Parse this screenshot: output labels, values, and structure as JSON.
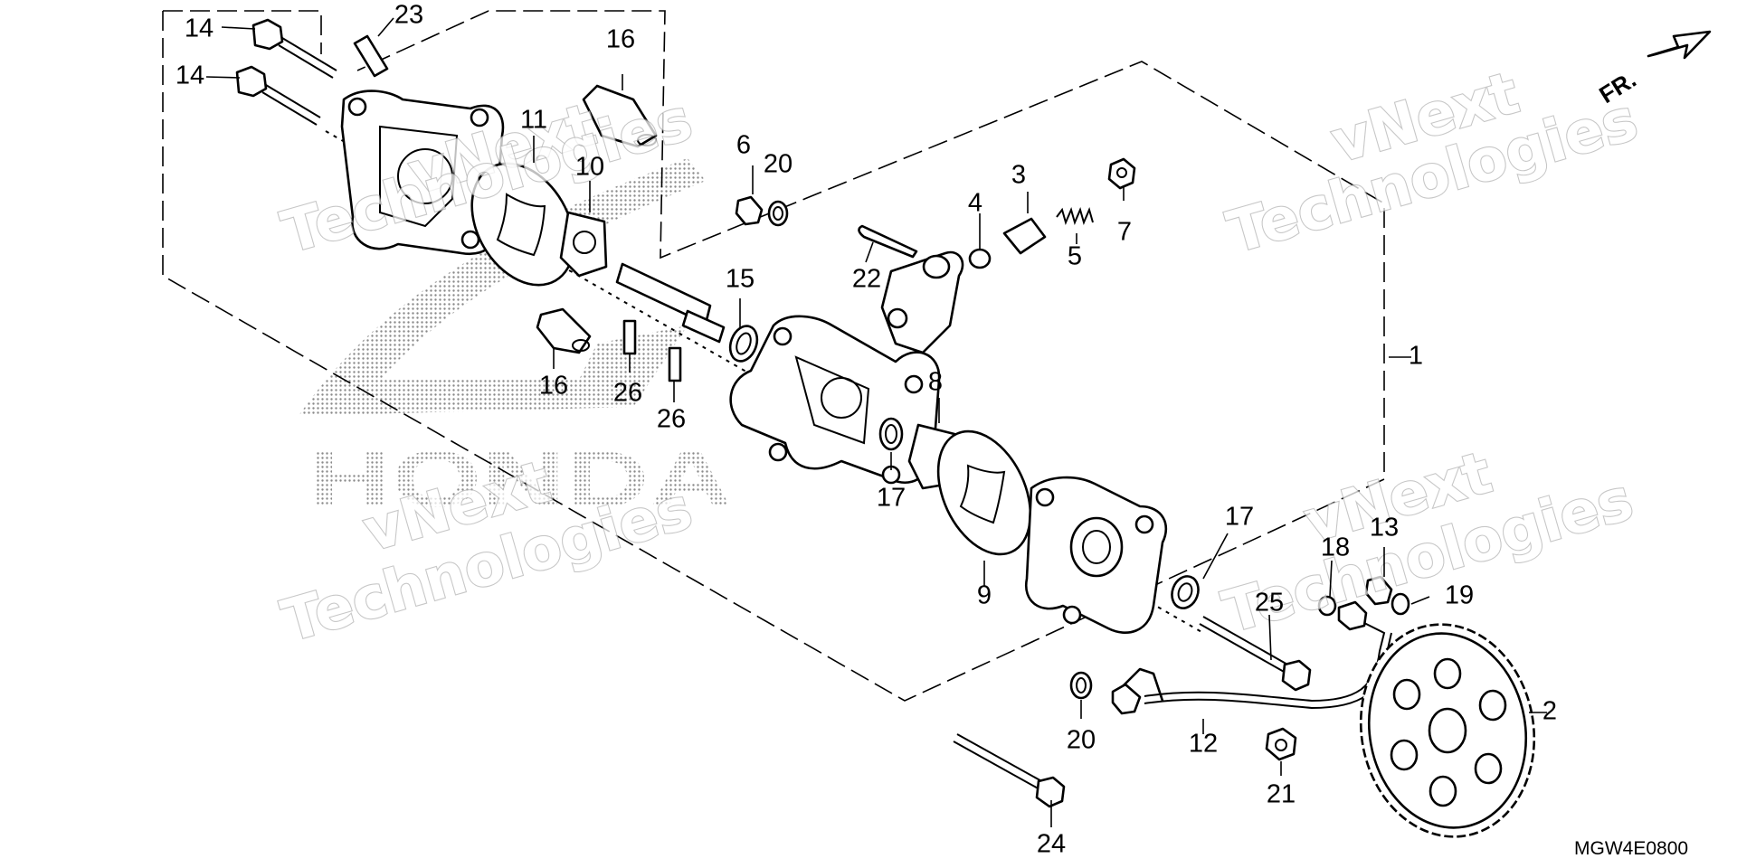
{
  "diagram": {
    "code": "MGW4E0800",
    "direction_label": "FR.",
    "watermark": {
      "line1": "vNext",
      "line2": "Technologies",
      "brand": "HONDA"
    },
    "callouts": [
      {
        "id": "c1",
        "text": "1"
      },
      {
        "id": "c2",
        "text": "2"
      },
      {
        "id": "c3",
        "text": "3"
      },
      {
        "id": "c4",
        "text": "4"
      },
      {
        "id": "c5",
        "text": "5"
      },
      {
        "id": "c6",
        "text": "6"
      },
      {
        "id": "c7",
        "text": "7"
      },
      {
        "id": "c8",
        "text": "8"
      },
      {
        "id": "c9",
        "text": "9"
      },
      {
        "id": "c10",
        "text": "10"
      },
      {
        "id": "c11",
        "text": "11"
      },
      {
        "id": "c12",
        "text": "12"
      },
      {
        "id": "c13",
        "text": "13"
      },
      {
        "id": "c14a",
        "text": "14"
      },
      {
        "id": "c14b",
        "text": "14"
      },
      {
        "id": "c15",
        "text": "15"
      },
      {
        "id": "c16a",
        "text": "16"
      },
      {
        "id": "c16b",
        "text": "16"
      },
      {
        "id": "c17a",
        "text": "17"
      },
      {
        "id": "c17b",
        "text": "17"
      },
      {
        "id": "c18",
        "text": "18"
      },
      {
        "id": "c19",
        "text": "19"
      },
      {
        "id": "c20a",
        "text": "20"
      },
      {
        "id": "c20b",
        "text": "20"
      },
      {
        "id": "c21",
        "text": "21"
      },
      {
        "id": "c22",
        "text": "22"
      },
      {
        "id": "c23",
        "text": "23"
      },
      {
        "id": "c24",
        "text": "24"
      },
      {
        "id": "c25",
        "text": "25"
      },
      {
        "id": "c26a",
        "text": "26"
      },
      {
        "id": "c26b",
        "text": "26"
      }
    ]
  }
}
